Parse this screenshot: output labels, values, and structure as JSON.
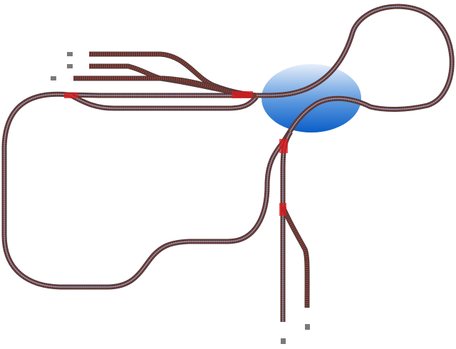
{
  "diagram": {
    "kind": "model railway track layout",
    "colors": {
      "bed": "#4a3a3a",
      "ties": "#c0392b",
      "rail": "#8fa6c8",
      "turnout": "#e0191e",
      "selection_top": "#e6eefb",
      "selection_bottom": "#0a5ec8",
      "bumper": "#7a7a7a"
    },
    "elements": {
      "selection": "selected-track-ellipse",
      "loop": "main-loop",
      "turnouts": "turnout-cluster",
      "sidings": [
        "yard-siding-1",
        "yard-siding-2",
        "yard-siding-3"
      ],
      "branches": [
        "branch-left",
        "branch-right"
      ],
      "end_markers": [
        "bumper-siding-1",
        "bumper-siding-2",
        "bumper-siding-3",
        "bumper-branch-left",
        "bumper-branch-right"
      ]
    }
  }
}
